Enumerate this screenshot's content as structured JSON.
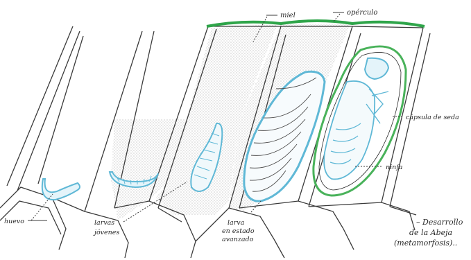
{
  "figure": {
    "labels": {
      "huevo": "huevo",
      "larvas_line1": "larvas",
      "larvas_line2": "jóvenes",
      "larva_line1": "larva",
      "larva_line2": "en estado",
      "larva_line3": "avanzado",
      "miel": "miel",
      "operculo": "opérculo",
      "capsula": "cápsula de seda",
      "ninfa": "ninfa"
    },
    "caption": {
      "line1": "– Desarrollo",
      "line2": "de la Abeja",
      "line3": "(metamorfosis).."
    },
    "colors": {
      "outline": "#3a3a3a",
      "larva_blue": "#5fb8d6",
      "operculum_green": "#2fa54a",
      "capsule_green": "#49b25a",
      "honey_dots": "#8a8a8a"
    }
  }
}
